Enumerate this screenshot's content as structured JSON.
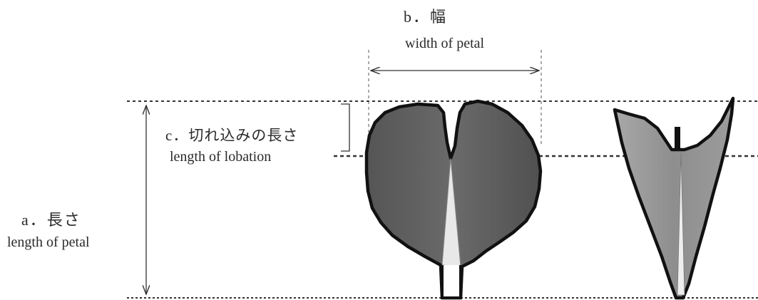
{
  "labels": {
    "width": {
      "ja": "b．幅",
      "en": "width of petal"
    },
    "lobation": {
      "ja": "c．切れ込みの長さ",
      "en": "length of lobation"
    },
    "length": {
      "ja": "a．長さ",
      "en": "length of petal"
    }
  },
  "colors": {
    "petal_fill": "#5e5e5e",
    "petal_fill_light": "#9a9a9a",
    "outline": "#111111",
    "guide_line": "#333333"
  }
}
